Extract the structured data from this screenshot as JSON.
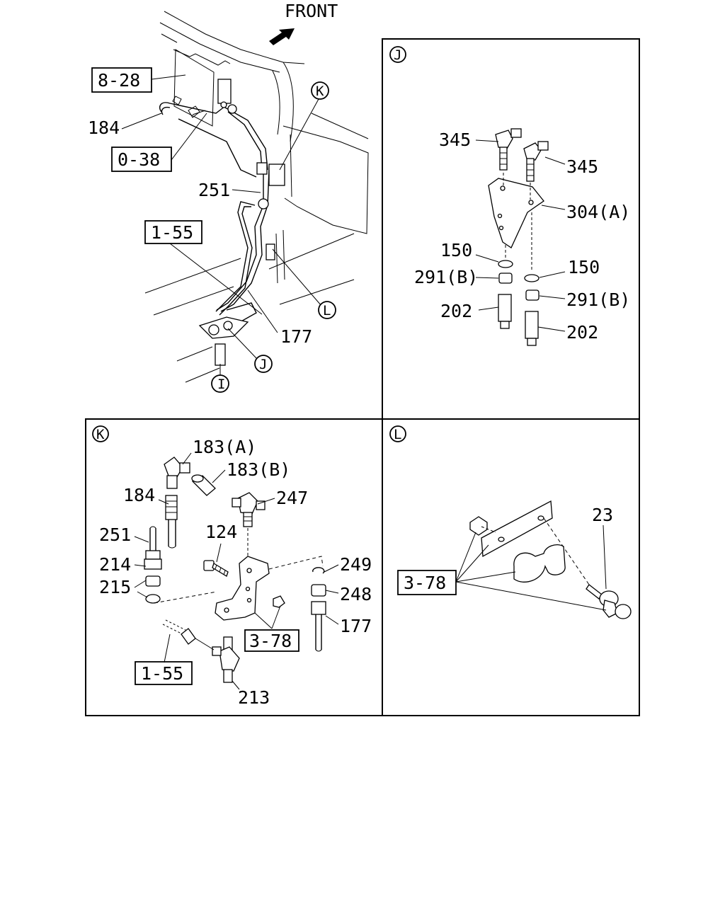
{
  "main": {
    "front_label": "FRONT",
    "refs": {
      "r828": "8-28",
      "r038": "0-38",
      "r155": "1-55",
      "n184": "184",
      "n251": "251",
      "n177": "177"
    },
    "callouts": {
      "k": "K",
      "l": "L",
      "j": "J",
      "i": "I"
    }
  },
  "panel_j": {
    "tag": "J",
    "labels": {
      "p345a": "345",
      "p345b": "345",
      "p304": "304(A)",
      "p150a": "150",
      "p150b": "150",
      "p291a": "291(B)",
      "p291b": "291(B)",
      "p202a": "202",
      "p202b": "202"
    }
  },
  "panel_k": {
    "tag": "K",
    "labels": {
      "p183a": "183(A)",
      "p183b": "183(B)",
      "p184": "184",
      "p247": "247",
      "p251": "251",
      "p124": "124",
      "p214": "214",
      "p215": "215",
      "p249": "249",
      "p248": "248",
      "p177": "177",
      "p213": "213"
    },
    "refs": {
      "r378": "3-78",
      "r155": "1-55"
    }
  },
  "panel_l": {
    "tag": "L",
    "labels": {
      "p23": "23"
    },
    "refs": {
      "r378": "3-78"
    }
  }
}
